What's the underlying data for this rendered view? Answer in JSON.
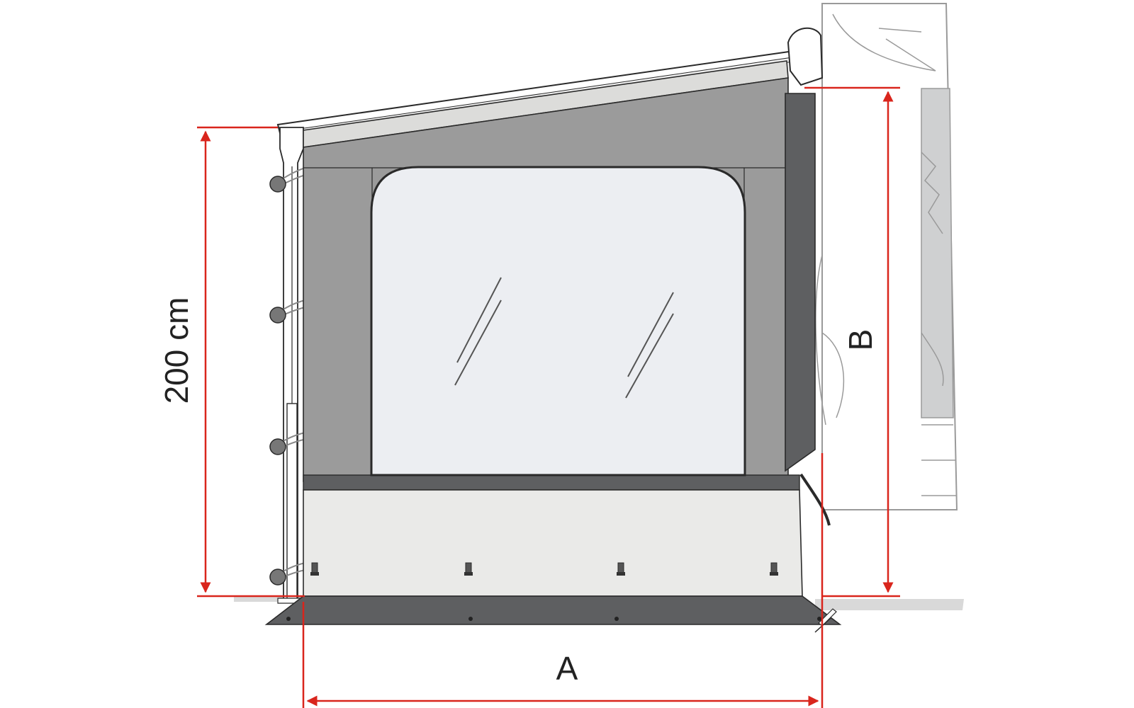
{
  "labels": {
    "height": "200 cm",
    "width": "A",
    "wall_height": "B"
  },
  "colors": {
    "dimension_line": "#d9251c",
    "panel_dark": "#5e5f61",
    "panel_mid": "#9b9b9b",
    "panel_light": "#dcdcda",
    "window": "#eceef2",
    "bottom_strip": "#eaeae8",
    "outline": "#2a2a2a"
  }
}
